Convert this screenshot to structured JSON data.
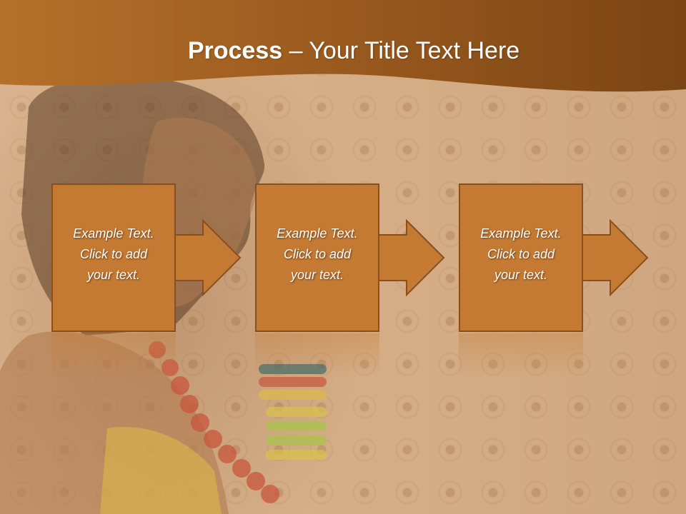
{
  "slide": {
    "title_bold": "Process",
    "title_rest": " – Your Title Text Here"
  },
  "steps": [
    {
      "text": "Example Text.\nClick  to add\nyour text."
    },
    {
      "text": "Example Text.\nClick  to add\nyour text."
    },
    {
      "text": "Example Text.\nClick  to add\nyour text."
    }
  ],
  "colors": {
    "header_dark": "#6b3d13",
    "header_mid": "#b5702a",
    "box_fill": "#c47a32",
    "box_border": "#8a4f1c",
    "arrow_fill": "#c47a32"
  }
}
